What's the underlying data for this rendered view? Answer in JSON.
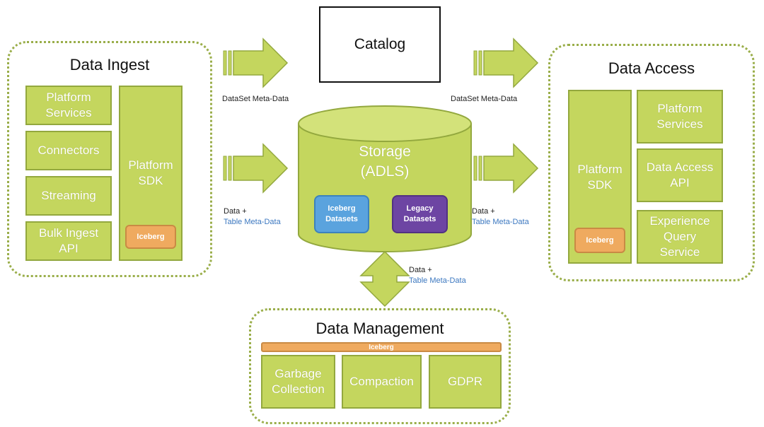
{
  "catalog": "Catalog",
  "ingest": {
    "title": "Data Ingest",
    "items": [
      "Platform\nServices",
      "Connectors",
      "Streaming",
      "Bulk Ingest\nAPI"
    ],
    "sdk": "Platform\nSDK",
    "iceberg": "Iceberg"
  },
  "access": {
    "title": "Data Access",
    "sdk": "Platform\nSDK",
    "iceberg": "Iceberg",
    "items": [
      "Platform\nServices",
      "Data Access\nAPI",
      "Experience\nQuery\nService"
    ]
  },
  "storage": {
    "title": "Storage\n(ADLS)",
    "iceberg_datasets": "Iceberg\nDatasets",
    "legacy_datasets": "Legacy\nDatasets"
  },
  "management": {
    "title": "Data Management",
    "iceberg": "Iceberg",
    "items": [
      "Garbage\nCollection",
      "Compaction",
      "GDPR"
    ]
  },
  "labels": {
    "dataset_meta_left": "DataSet Meta-Data",
    "dataset_meta_right": "DataSet Meta-Data",
    "data_plus": "Data +",
    "table_meta": "Table Meta-Data"
  },
  "colors": {
    "green_fill": "#c4d65e",
    "green_border": "#93a83e",
    "iceberg_orange": "#efaa5f",
    "iceberg_dataset_blue": "#5aa3de",
    "legacy_dataset_purple": "#6d45a3",
    "label_blue": "#3c78c0"
  }
}
